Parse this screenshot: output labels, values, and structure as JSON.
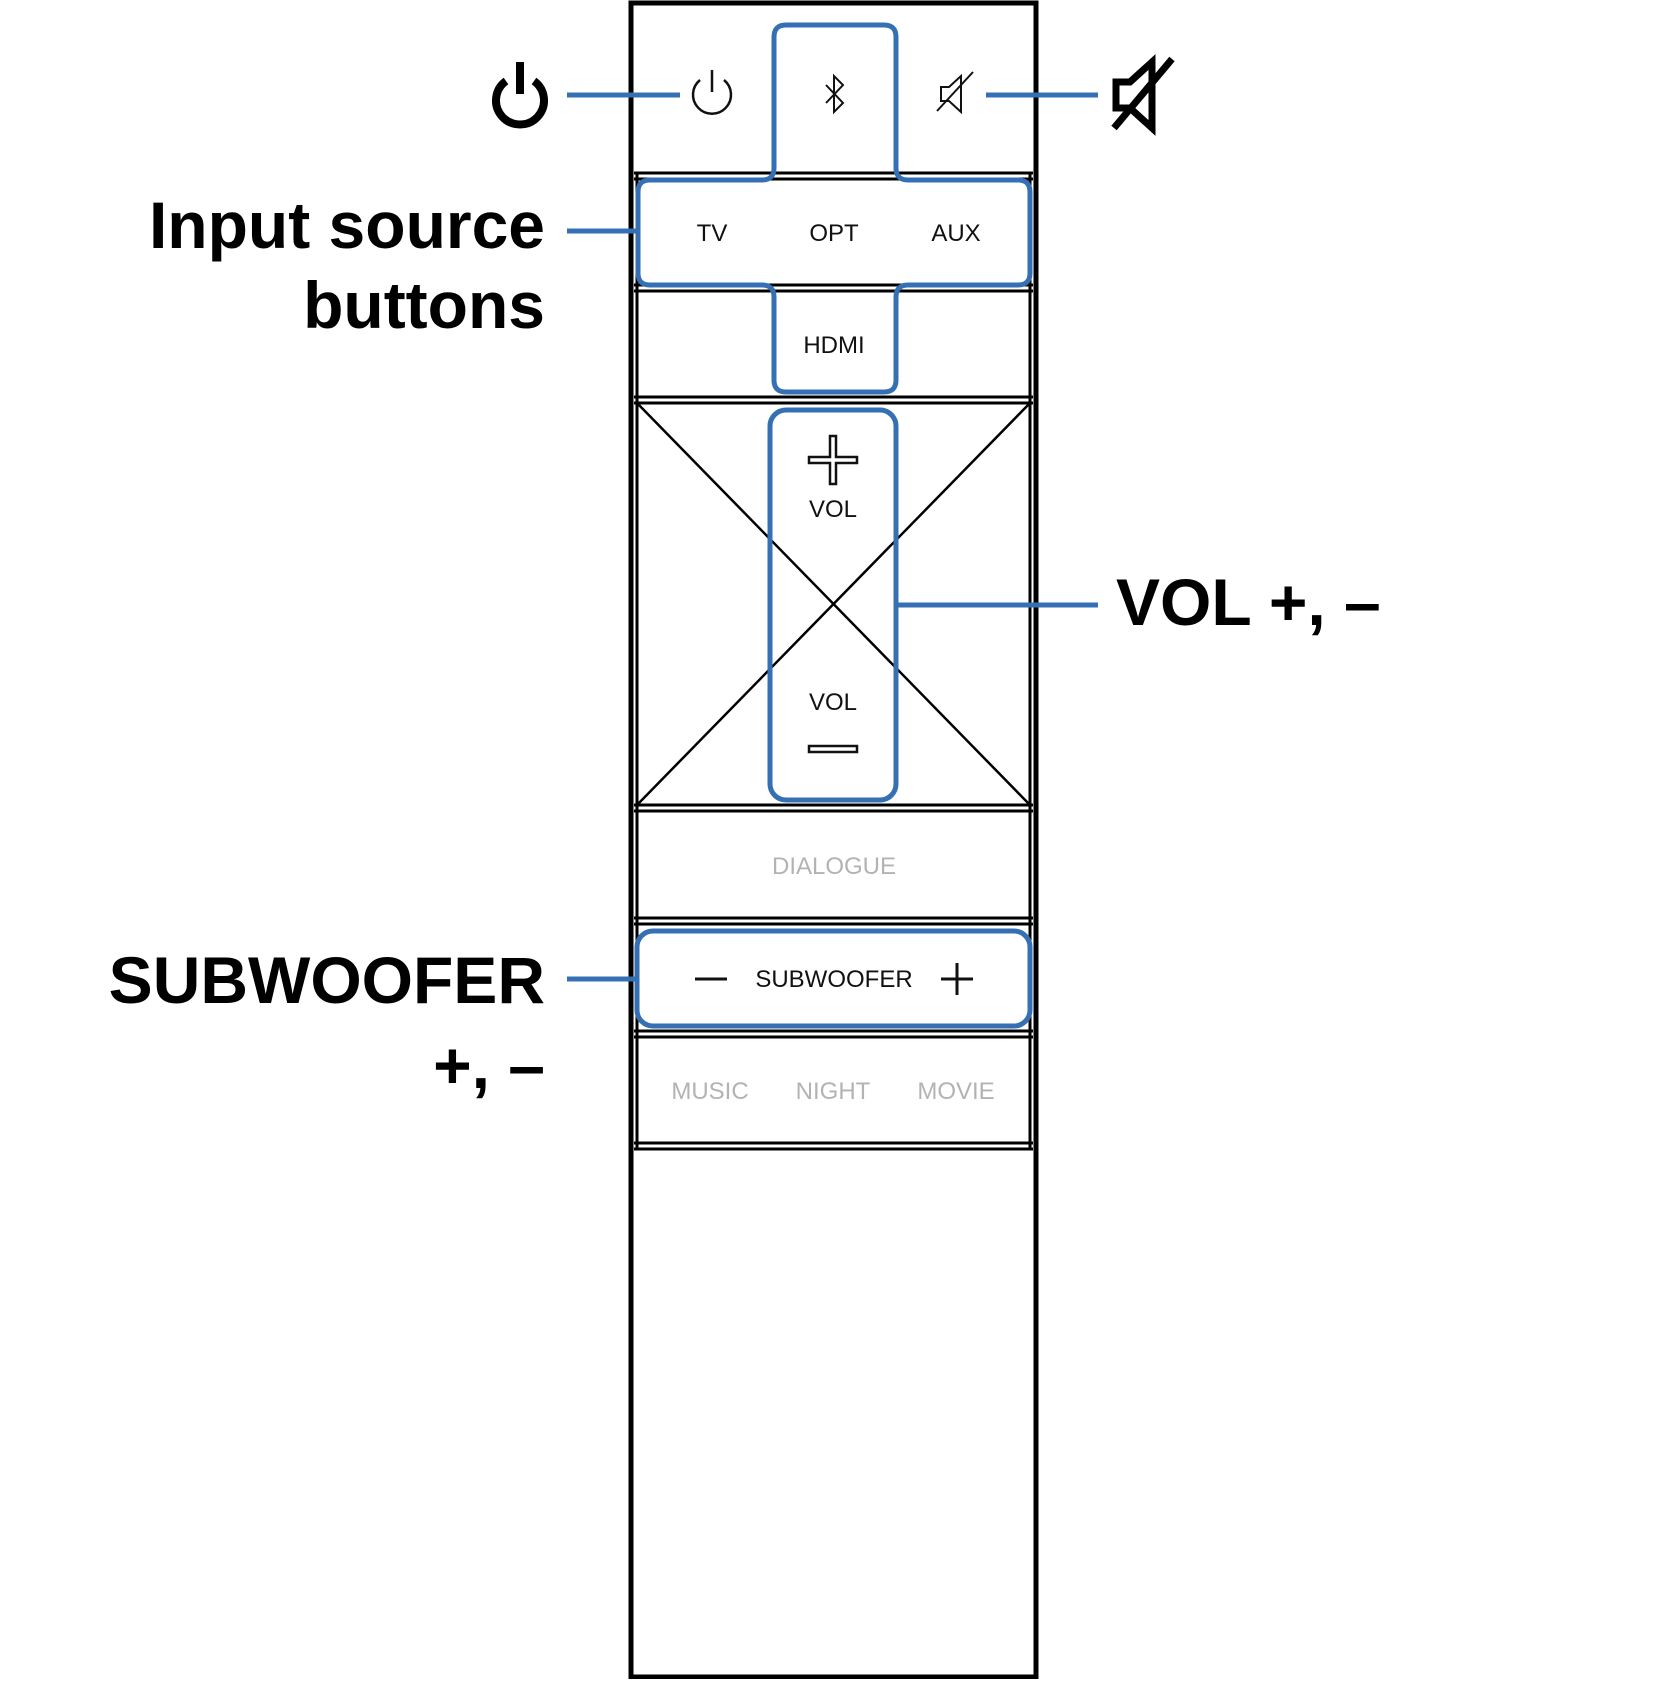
{
  "remote": {
    "buttons": {
      "power_icon": "power-icon",
      "bluetooth_icon": "bluetooth-icon",
      "mute_icon": "mute-icon",
      "tv": "TV",
      "opt": "OPT",
      "aux": "AUX",
      "hdmi": "HDMI",
      "vol_up": "VOL",
      "vol_down": "VOL",
      "dialogue": "DIALOGUE",
      "subwoofer": "SUBWOOFER",
      "music": "MUSIC",
      "night": "NIGHT",
      "movie": "MOVIE"
    }
  },
  "callouts": {
    "power_icon": "power-icon",
    "mute_icon": "mute-icon",
    "input_source_line1": "Input source",
    "input_source_line2": "buttons",
    "vol": "VOL +, –",
    "subwoofer_line1": "SUBWOOFER",
    "subwoofer_line2": "+, –"
  },
  "colors": {
    "highlight": "#3470b3",
    "outline": "#000000",
    "dim_label": "#b3b3b3"
  }
}
